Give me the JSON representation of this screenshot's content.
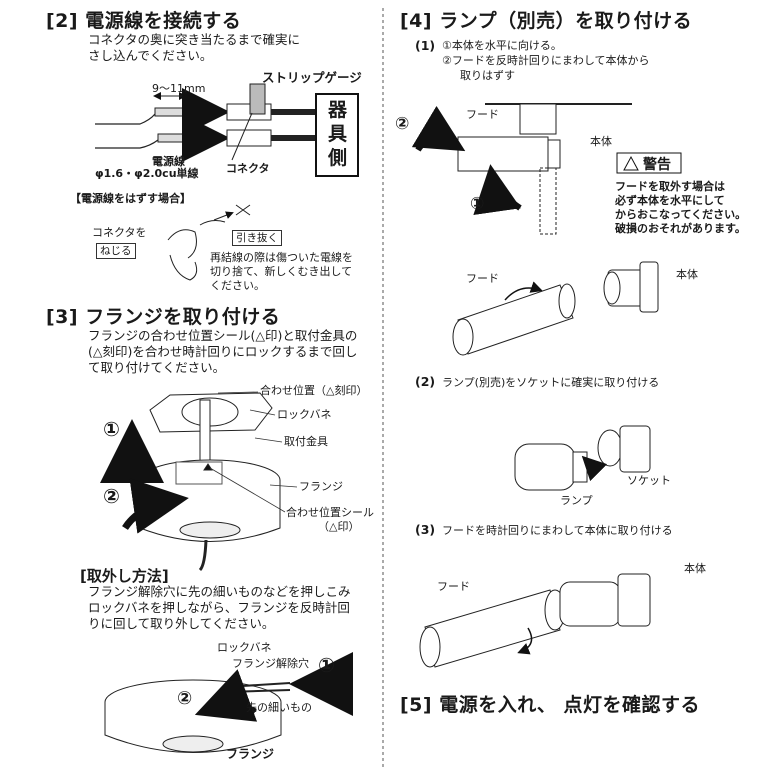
{
  "sec2": {
    "title": "[2] 電源線を接続する",
    "desc": [
      "コネクタの奥に突き当たるまで確実に",
      "さし込んでください。"
    ],
    "strip_gauge": "ストリップゲージ",
    "length": "9〜11mm",
    "device_side": [
      "器",
      "具",
      "側"
    ],
    "wire_label": "電源線",
    "wire_spec": "φ1.6・φ2.0cu単線",
    "connector": "コネクタ",
    "remove_title": "【電源線をはずす場合】",
    "remove_connector": "コネクタを",
    "twist": "ねじる",
    "pull": "引き抜く",
    "reconnect": [
      "再結線の際は傷ついた電線を",
      "切り捨て、新しくむき出して",
      "ください。"
    ]
  },
  "sec3": {
    "title": "[3] フランジを取り付ける",
    "desc": [
      "フランジの合わせ位置シール(△印)と取付金具の",
      "(△刻印)を合わせ時計回りにロックするまで回し",
      "て取り付けてください。"
    ],
    "align_pos": "合わせ位置（△刻印）",
    "lock_spring": "ロックバネ",
    "bracket": "取付金具",
    "flange": "フランジ",
    "align_seal": "合わせ位置シール",
    "align_seal_mark": "（△印）",
    "n1": "①",
    "n2": "②",
    "removal_title": "[取外し方法]",
    "removal_desc": [
      "フランジ解除穴に先の細いものなどを押しこみ",
      "ロックバネを押しながら、フランジを反時計回",
      "りに回して取り外してください。"
    ],
    "r_lock_spring": "ロックバネ",
    "r_release_hole": "フランジ解除穴",
    "r_thin_tool": "先の細いもの",
    "r_flange": "フランジ"
  },
  "sec4": {
    "title": "[4] ランプ（別売）を取り付ける",
    "step1_num": "(1)",
    "step1_a": "①本体を水平に向ける。",
    "step1_b": [
      "②フードを反時計回りにまわして本体から",
      "取りはずす"
    ],
    "hood": "フード",
    "body": "本体",
    "n1": "①",
    "n2": "②",
    "warning_title": "警告",
    "warning_text": [
      "フードを取外す場合は",
      "必ず本体を水平にして",
      "からおこなってください。",
      "破損のおそれがあります。"
    ],
    "hood2": "フード",
    "body2": "本体",
    "step2_num": "(2)",
    "step2_text": "ランプ(別売)をソケットに確実に取り付ける",
    "socket": "ソケット",
    "lamp": "ランプ",
    "step3_num": "(3)",
    "step3_text": "フードを時計回りにまわして本体に取り付ける",
    "hood3": "フード",
    "body3": "本体"
  },
  "sec5": {
    "title": "[5] 電源を入れ、 点灯を確認する"
  }
}
